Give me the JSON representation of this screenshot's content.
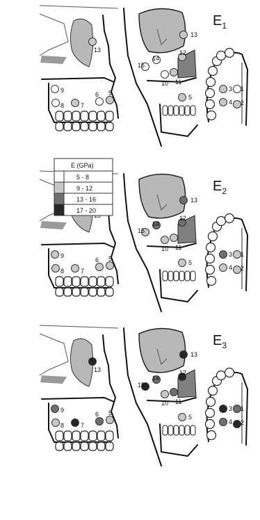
{
  "legend": {
    "title": "E (GPa)",
    "items": [
      {
        "label": "5 - 8",
        "color": "#ffffff"
      },
      {
        "label": "9 - 12",
        "color": "#c8c8c8"
      },
      {
        "label": "13 - 16",
        "color": "#6f6f6f"
      },
      {
        "label": "17 - 20",
        "color": "#262626"
      }
    ]
  },
  "panels": [
    {
      "label": "E",
      "sub": "1",
      "sites": {
        "1": "#ffffff",
        "2": "#c8c8c8",
        "3": "#c8c8c8",
        "4": "#c8c8c8",
        "5": "#c8c8c8",
        "6": "#ffffff",
        "7": "#c8c8c8",
        "8": "#ffffff",
        "9": "#ffffff",
        "10": "#ffffff",
        "11": "#c8c8c8",
        "12": "#c8c8c8",
        "13": "#c8c8c8",
        "14": "#ffffff",
        "15": "#ffffff"
      }
    },
    {
      "label": "E",
      "sub": "2",
      "sites": {
        "1": "#c8c8c8",
        "2": "#c8c8c8",
        "3": "#6f6f6f",
        "4": "#c8c8c8",
        "5": "#c8c8c8",
        "6": "#c8c8c8",
        "7": "#c8c8c8",
        "8": "#c8c8c8",
        "9": "#c8c8c8",
        "10": "#c8c8c8",
        "11": "#c8c8c8",
        "12": "#6f6f6f",
        "13": "#6f6f6f",
        "14": "#6f6f6f",
        "15": "#c8c8c8"
      }
    },
    {
      "label": "E",
      "sub": "3",
      "sites": {
        "1": "#6f6f6f",
        "2": "#262626",
        "3": "#262626",
        "4": "#6f6f6f",
        "5": "#c8c8c8",
        "6": "#6f6f6f",
        "7": "#262626",
        "8": "#c8c8c8",
        "9": "#6f6f6f",
        "10": "#c8c8c8",
        "11": "#6f6f6f",
        "12": "#262626",
        "13": "#262626",
        "14": "#6f6f6f",
        "15": "#262626"
      }
    }
  ]
}
